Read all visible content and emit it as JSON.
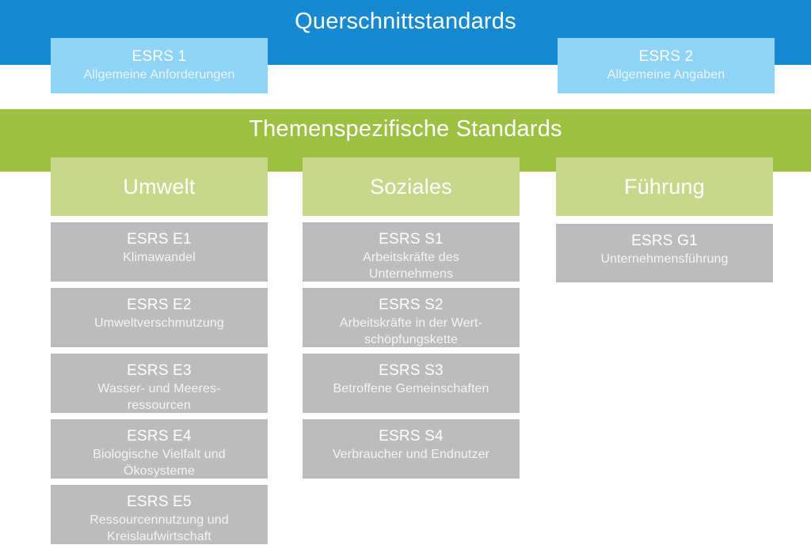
{
  "sections": [
    {
      "key": "cross_cutting",
      "title": "Querschnittstandards",
      "band_color": "#1689D0",
      "card_color": "#8FD3F5",
      "cards": [
        {
          "code": "ESRS 1",
          "desc": "Allgemeine Anforderungen"
        },
        {
          "code": "ESRS 2",
          "desc": "Allgemeine Angaben"
        }
      ]
    },
    {
      "key": "topical",
      "title": "Themenspezifische Standards",
      "band_color": "#9DC043",
      "category_color": "#C8D88A",
      "standard_color": "#BCBCBC",
      "categories": [
        {
          "label": "Umwelt",
          "standards": [
            {
              "code": "ESRS E1",
              "desc": "Klimawandel"
            },
            {
              "code": "ESRS E2",
              "desc": "Umweltverschmutzung"
            },
            {
              "code": "ESRS E3",
              "desc": "Wasser- und Meeres-\nressourcen"
            },
            {
              "code": "ESRS E4",
              "desc": "Biologische Vielfalt und\nÖkosysteme"
            },
            {
              "code": "ESRS E5",
              "desc": "Ressourcennutzung und\nKreislaufwirtschaft"
            }
          ]
        },
        {
          "label": "Soziales",
          "standards": [
            {
              "code": "ESRS S1",
              "desc": "Arbeitskräfte des\nUnternehmens"
            },
            {
              "code": "ESRS S2",
              "desc": "Arbeitskräfte in der Wert-\nschöpfungskette"
            },
            {
              "code": "ESRS S3",
              "desc": "Betroffene Gemeinschaften"
            },
            {
              "code": "ESRS S4",
              "desc": "Verbraucher und Endnutzer"
            }
          ]
        },
        {
          "label": "Führung",
          "standards": [
            {
              "code": "ESRS G1",
              "desc": "Unternehmensführung"
            }
          ]
        }
      ]
    }
  ]
}
